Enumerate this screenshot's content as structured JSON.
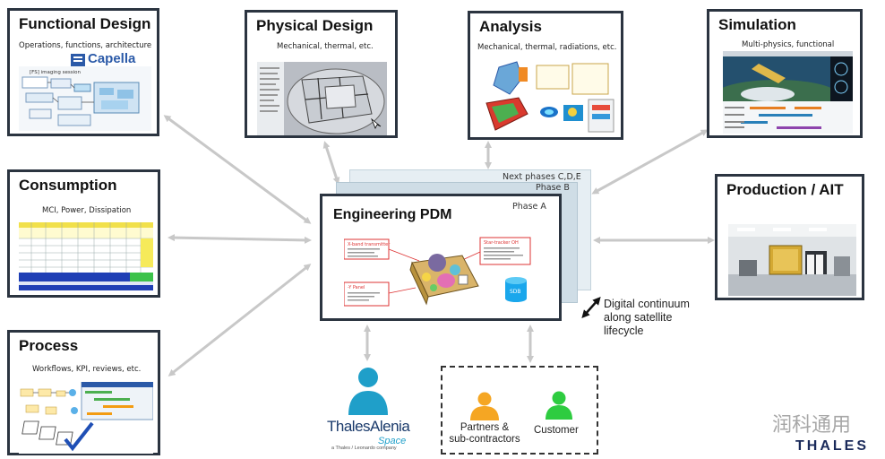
{
  "boxes": {
    "functional": {
      "title": "Functional Design",
      "sub": "Operations, functions, architecture",
      "logo": "Capella",
      "session_label": "[FS] imaging session"
    },
    "physical": {
      "title": "Physical Design",
      "sub": "Mechanical, thermal, etc."
    },
    "analysis": {
      "title": "Analysis",
      "sub": "Mechanical, thermal, radiations, etc."
    },
    "simulation": {
      "title": "Simulation",
      "sub": "Multi-physics, functional"
    },
    "consumption": {
      "title": "Consumption",
      "sub": "MCI, Power, Dissipation"
    },
    "production": {
      "title": "Production / AIT"
    },
    "process": {
      "title": "Process",
      "sub": "Workflows, KPI, reviews, etc."
    }
  },
  "pdm": {
    "title": "Engineering PDM",
    "phase_a": "Phase A",
    "phase_b": "Phase B",
    "phase_cde": "Next phases C,D,E",
    "db_label": "SDB",
    "callouts": [
      "X-band transmitter",
      "Star-tracker OH",
      "-Y Panel"
    ]
  },
  "continuum": {
    "line1": "Digital continuum",
    "line2": "along satellite",
    "line3": "lifecycle"
  },
  "company": {
    "name_line1": "ThalesAlenia",
    "name_line2": "Space",
    "tagline": "a Thales / Leonardo company"
  },
  "stakeholders": {
    "partners_line1": "Partners &",
    "partners_line2": "sub-contractors",
    "customer": "Customer"
  },
  "watermark": {
    "text": "润科通用",
    "brand": "THALES"
  },
  "colors": {
    "frame": "#2b3440",
    "arrow": "#c8c8c8",
    "person_blue": "#1f9fc9",
    "person_orange": "#f5a623",
    "person_green": "#2ecc40",
    "layer_back": "#dfe9ef",
    "layer_mid": "#c9dbe5"
  }
}
